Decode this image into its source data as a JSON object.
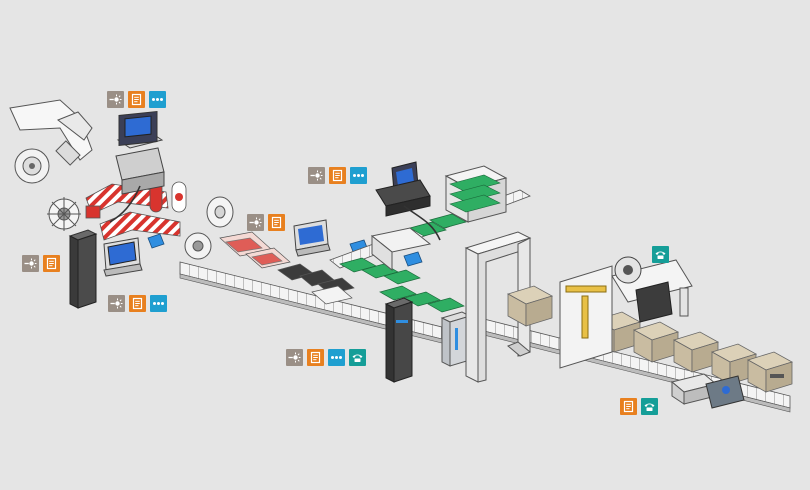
{
  "colors": {
    "background": "#e5e5e5",
    "badge_laser": "#9a8f86",
    "badge_label": "#e8801f",
    "badge_coding": "#1f9fd0",
    "badge_service": "#159e98",
    "product_green": "#2fae63",
    "product_red": "#d8342e",
    "carton": "#c9bca1",
    "machine_dark": "#3c3c3c",
    "conveyor": "#f2f2f2",
    "outline": "#555555"
  },
  "stations": [
    {
      "id": "reel-printer",
      "icons": [
        "laser-icon",
        "label-icon",
        "coding-icon"
      ]
    },
    {
      "id": "reel-controller",
      "icons": [
        "laser-icon",
        "label-icon"
      ]
    },
    {
      "id": "pack-inline-a",
      "icons": [
        "laser-icon",
        "label-icon",
        "coding-icon"
      ]
    },
    {
      "id": "pack-inline-b",
      "icons": [
        "laser-icon",
        "label-icon"
      ]
    },
    {
      "id": "tray-printer",
      "icons": [
        "laser-icon",
        "label-icon",
        "coding-icon"
      ]
    },
    {
      "id": "conveyor-coder",
      "icons": [
        "laser-icon",
        "label-icon",
        "coding-icon",
        "service-icon"
      ]
    },
    {
      "id": "case-labeler",
      "icons": [
        "service-icon"
      ]
    },
    {
      "id": "case-coder",
      "icons": [
        "label-icon",
        "service-icon"
      ]
    }
  ]
}
